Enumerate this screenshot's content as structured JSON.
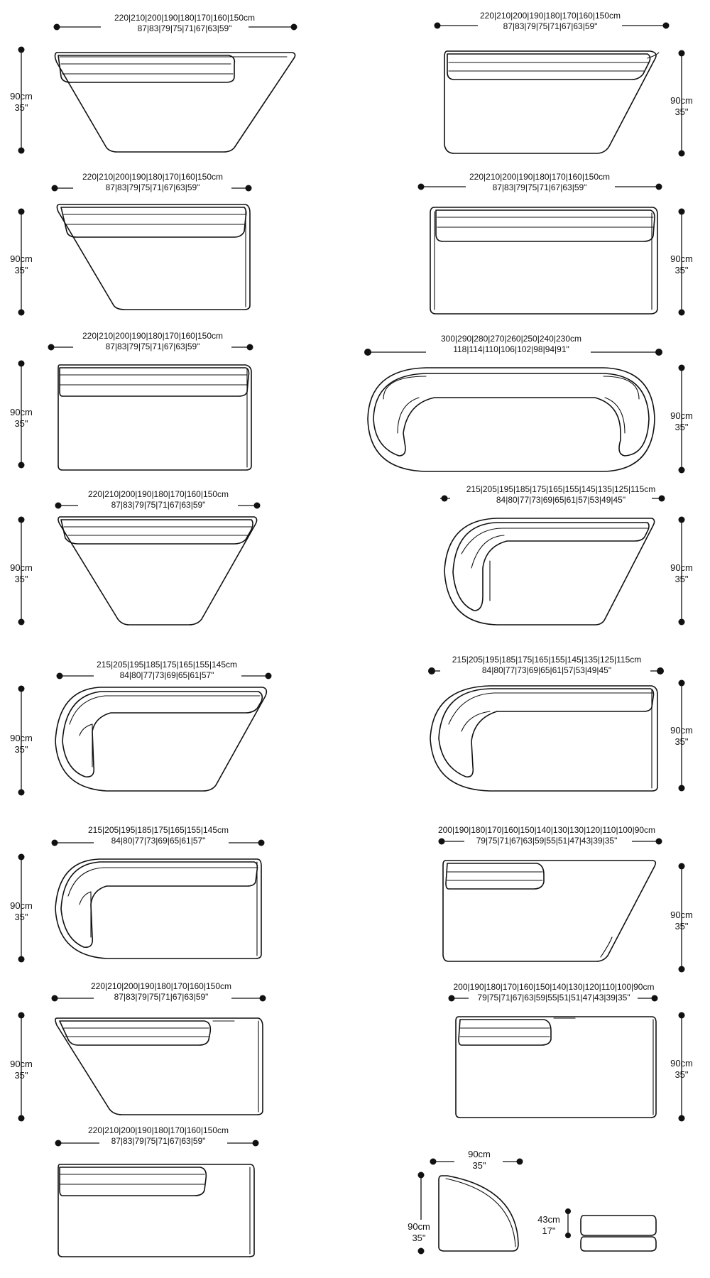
{
  "modules": [
    {
      "id": "m1",
      "width_cm": "220|210|200|190|180|170|160|150cm",
      "width_in": "87|83|79|75|71|67|63|59\"",
      "height_cm": "90cm",
      "height_in": "35\""
    },
    {
      "id": "m2",
      "width_cm": "220|210|200|190|180|170|160|150cm",
      "width_in": "87|83|79|75|71|67|63|59\"",
      "height_cm": "90cm",
      "height_in": "35\""
    },
    {
      "id": "m3",
      "width_cm": "220|210|200|190|180|170|160|150cm",
      "width_in": "87|83|79|75|71|67|63|59\"",
      "height_cm": "90cm",
      "height_in": "35\""
    },
    {
      "id": "m4",
      "width_cm": "220|210|200|190|180|170|160|150cm",
      "width_in": "87|83|79|75|71|67|63|59\"",
      "height_cm": "90cm",
      "height_in": "35\""
    },
    {
      "id": "m5",
      "width_cm": "220|210|200|190|180|170|160|150cm",
      "width_in": "87|83|79|75|71|67|63|59\"",
      "height_cm": "90cm",
      "height_in": "35\""
    },
    {
      "id": "m6",
      "width_cm": "300|290|280|270|260|250|240|230cm",
      "width_in": "118|114|110|106|102|98|94|91\"",
      "height_cm": "90cm",
      "height_in": "35\""
    },
    {
      "id": "m7",
      "width_cm": "220|210|200|190|180|170|160|150cm",
      "width_in": "87|83|79|75|71|67|63|59\"",
      "height_cm": "90cm",
      "height_in": "35\""
    },
    {
      "id": "m8",
      "width_cm": "215|205|195|185|175|165|155|145|135|125|115cm",
      "width_in": "84|80|77|73|69|65|61|57|53|49|45\"",
      "height_cm": "90cm",
      "height_in": "35\""
    },
    {
      "id": "m9",
      "width_cm": "215|205|195|185|175|165|155|145cm",
      "width_in": "84|80|77|73|69|65|61|57\"",
      "height_cm": "90cm",
      "height_in": "35\""
    },
    {
      "id": "m10",
      "width_cm": "215|205|195|185|175|165|155|145|135|125|115cm",
      "width_in": "84|80|77|73|69|65|61|57|53|49|45\"",
      "height_cm": "90cm",
      "height_in": "35\""
    },
    {
      "id": "m11",
      "width_cm": "215|205|195|185|175|165|155|145cm",
      "width_in": "84|80|77|73|69|65|61|57\"",
      "height_cm": "90cm",
      "height_in": "35\""
    },
    {
      "id": "m12",
      "width_cm": "200|190|180|170|160|150|140|130|130|120|110|100|90cm",
      "width_in": "79|75|71|67|63|59|55|51|47|43|39|35\"",
      "height_cm": "90cm",
      "height_in": "35\""
    },
    {
      "id": "m13",
      "width_cm": "220|210|200|190|180|170|160|150cm",
      "width_in": "87|83|79|75|71|67|63|59\"",
      "height_cm": "90cm",
      "height_in": "35\""
    },
    {
      "id": "m14",
      "width_cm": "200|190|180|170|160|150|140|130|120|110|100|90cm",
      "width_in": "79|75|71|67|63|59|55|51|51|47|43|39|35\"",
      "height_cm": "90cm",
      "height_in": "35\""
    },
    {
      "id": "m15",
      "width_cm": "220|210|200|190|180|170|160|150cm",
      "width_in": "87|83|79|75|71|67|63|59\""
    },
    {
      "id": "m16",
      "width_cm": "90cm",
      "width_in": "35\"",
      "height_cm": "90cm",
      "height_in": "35\""
    },
    {
      "id": "m17",
      "height_cm": "43cm",
      "height_in": "17\""
    }
  ]
}
